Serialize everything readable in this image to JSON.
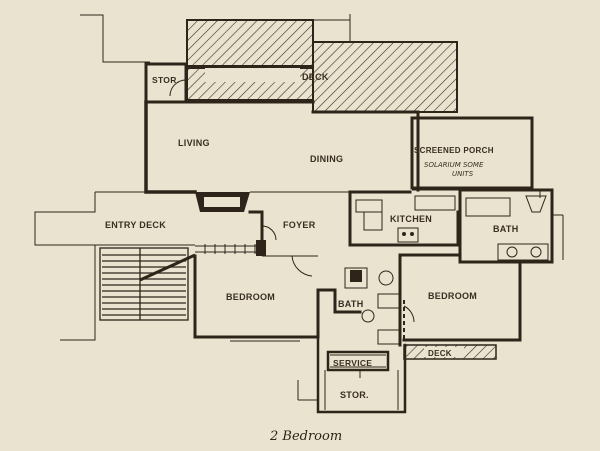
{
  "plan": {
    "caption": "2 Bedroom",
    "rooms": {
      "stor_top": "STOR.",
      "deck_top": "DECK",
      "living": "LIVING",
      "dining": "DINING",
      "screened_porch": "SCREENED PORCH",
      "porch_note_line1": "SOLARIUM SOME",
      "porch_note_line2": "UNITS",
      "entry_deck": "ENTRY DECK",
      "foyer": "FOYER",
      "kitchen": "KITCHEN",
      "bath_right": "BATH",
      "bedroom_left": "BEDROOM",
      "bath_center": "BATH",
      "bedroom_right": "BEDROOM",
      "deck_bottom": "DECK",
      "service": "SERVICE",
      "stor_bottom": "STOR."
    }
  },
  "colors": {
    "paper": "#e9e3cf",
    "ink": "#2e241a"
  }
}
